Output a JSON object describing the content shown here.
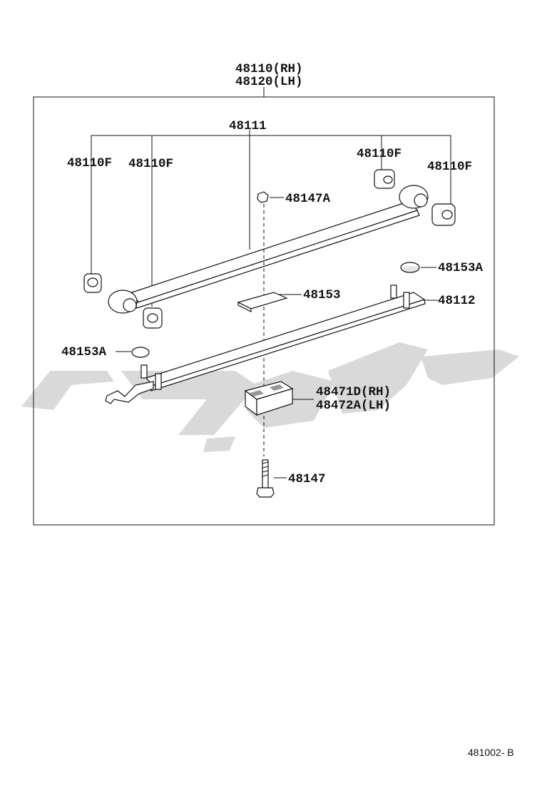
{
  "assembly": {
    "title_rh": "48110(RH)",
    "title_lh": "48120(LH)"
  },
  "labels": {
    "main_leaf": "48111",
    "bushing_front_outer": "48110F",
    "bushing_front_inner": "48110F",
    "bushing_rear_inner": "48110F",
    "bushing_rear_outer": "48110F",
    "center_bolt_nut": "48147A",
    "insert_rear": "48153A",
    "spacer_plate": "48153",
    "second_leaf": "48112",
    "insert_front": "48153A",
    "spacer_block_rh": "48471D(RH)",
    "spacer_block_lh": "48472A(LH)",
    "center_bolt": "48147"
  },
  "figure_ref": "481002- B"
}
